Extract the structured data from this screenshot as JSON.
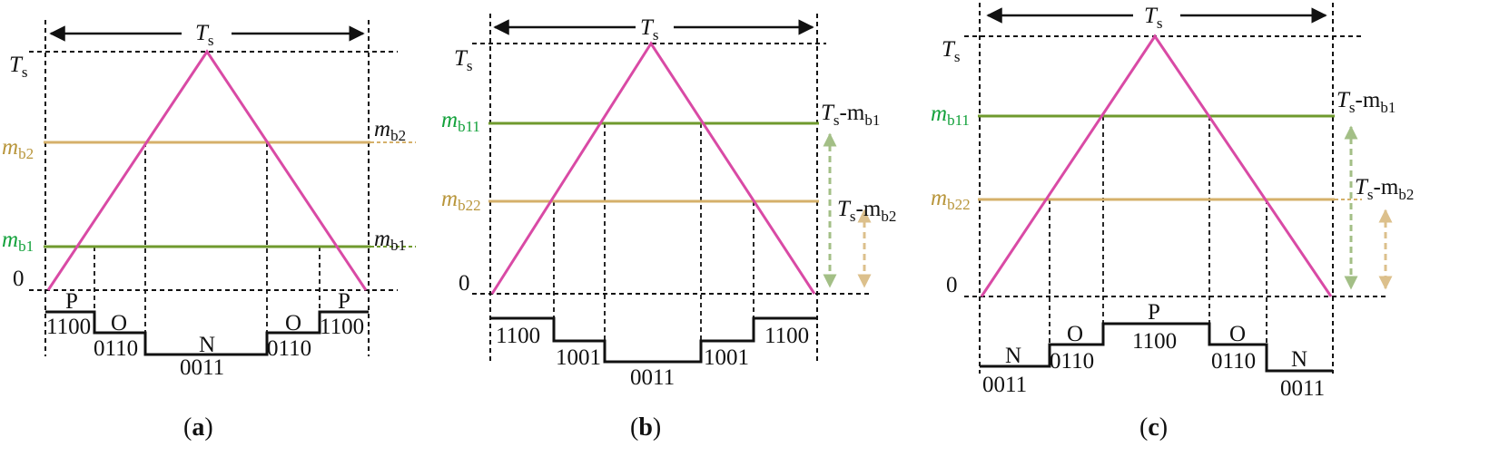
{
  "colors": {
    "triangle": "#d94aa5",
    "green_line": "#6f9a2e",
    "tan_line": "#d5b06a",
    "green_text": "#12a13a",
    "tan_text": "#b8953a",
    "code_text": "#e8111b",
    "green_arrow": "#a3bf86",
    "tan_arrow": "#dcc08c"
  },
  "panels": [
    {
      "caption": "a",
      "period_label": {
        "main": "T",
        "sub": "s"
      },
      "y_top_label": {
        "main": "T",
        "sub": "s"
      },
      "zero_label": "0",
      "levels": [
        {
          "left_main": "m",
          "left_sub": "b2",
          "right_main": "m",
          "right_sub": "b2",
          "color": "tan"
        },
        {
          "left_main": "m",
          "left_sub": "b1",
          "right_main": "m",
          "right_sub": "b1",
          "color": "green"
        }
      ],
      "states": [
        {
          "letter": "P",
          "code": "1100"
        },
        {
          "letter": "O",
          "code": "0110"
        },
        {
          "letter": "N",
          "code": "0011"
        },
        {
          "letter": "O",
          "code": "0110"
        },
        {
          "letter": "P",
          "code": "1100"
        }
      ]
    },
    {
      "caption": "b",
      "period_label": {
        "main": "T",
        "sub": "s"
      },
      "y_top_label": {
        "main": "T",
        "sub": "s"
      },
      "zero_label": "0",
      "levels": [
        {
          "left_main": "m",
          "left_sub": "b11",
          "right_main": "T",
          "right_sub": "s",
          "right_tail": "-m",
          "right_tail_sub": "b1",
          "color": "green"
        },
        {
          "left_main": "m",
          "left_sub": "b22",
          "color": "tan"
        }
      ],
      "span_label": {
        "main": "T",
        "sub": "s",
        "tail": "-m",
        "tail_sub": "b2"
      },
      "states": [
        {
          "letter": "",
          "code": "1100"
        },
        {
          "letter": "",
          "code": "1001"
        },
        {
          "letter": "",
          "code": "0011"
        },
        {
          "letter": "",
          "code": "1001"
        },
        {
          "letter": "",
          "code": "1100"
        }
      ]
    },
    {
      "caption": "c",
      "period_label": {
        "main": "T",
        "sub": "s"
      },
      "y_top_label": {
        "main": "T",
        "sub": "s"
      },
      "zero_label": "0",
      "levels": [
        {
          "left_main": "m",
          "left_sub": "b11",
          "right_main": "T",
          "right_sub": "s",
          "right_tail": "-m",
          "right_tail_sub": "b1",
          "color": "green"
        },
        {
          "left_main": "m",
          "left_sub": "b22",
          "right_main": "T",
          "right_sub": "s",
          "right_tail": "-m",
          "right_tail_sub": "b2",
          "color": "tan"
        }
      ],
      "states": [
        {
          "letter": "N",
          "code": "0011"
        },
        {
          "letter": "O",
          "code": "0110"
        },
        {
          "letter": "P",
          "code": "1100"
        },
        {
          "letter": "O",
          "code": "0110"
        },
        {
          "letter": "N",
          "code": "0011"
        }
      ]
    }
  ]
}
